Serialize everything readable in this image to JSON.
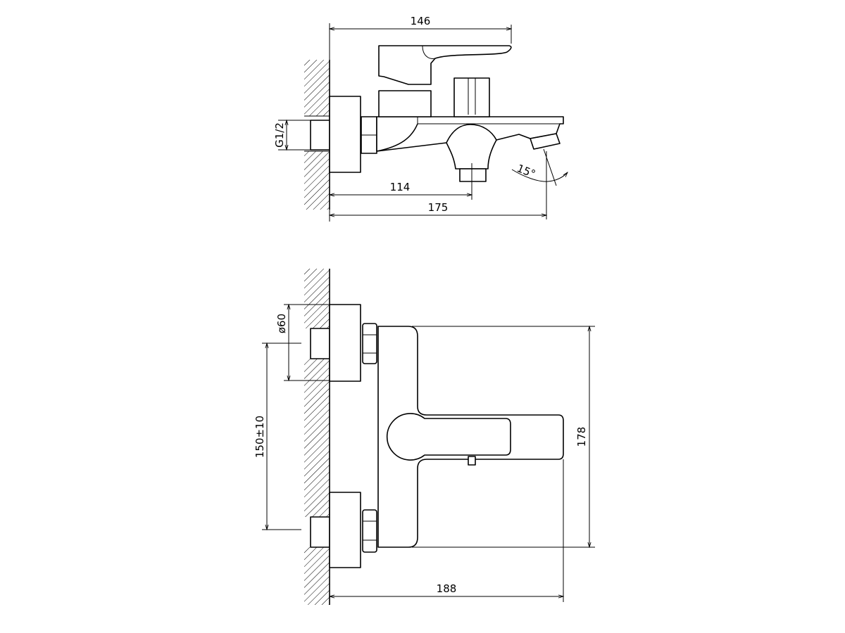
{
  "side_view": {
    "dim_width_handle": "146",
    "dim_pipe_thread": "G1/2",
    "dim_outlet_offset": "114",
    "dim_total_depth": "175",
    "dim_spout_angle": "15°"
  },
  "front_view": {
    "dim_flange_diameter": "ø60",
    "dim_inlet_spacing": "150±10",
    "dim_body_height": "178",
    "dim_total_depth": "188"
  },
  "colors": {
    "line": "#000000",
    "background": "#ffffff"
  }
}
